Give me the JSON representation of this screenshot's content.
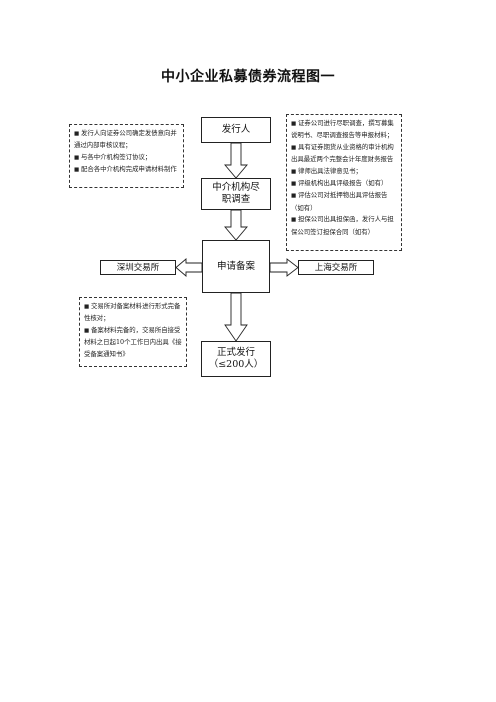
{
  "title": "中小企业私募债券流程图一",
  "nodes": {
    "issuer": "发行人",
    "intermediary": "中介机构尽职调查",
    "apply": "申请备案",
    "shenzhen": "深圳交易所",
    "shanghai": "上海交易所",
    "issue": "正式发行（≤200人）"
  },
  "notes": {
    "left_top": [
      "发行人向证券公司确定发债意向并通过内部审核议程；",
      "与各中介机构签订协议；",
      "配合各中介机构完成申请材料制作"
    ],
    "right_top": [
      "证券公司进行尽职调查，撰写募集说明书、尽职调查报告等申报材料；",
      "具有证券期货从业资格的审计机构出具最近两个完整会计年度财务报告",
      "律师出具法律意见书；",
      "评级机构出具评级报告（如有）",
      "评估公司对抵押物出具评估报告（如有）",
      "担保公司出具担保函，发行人与担保公司签订担保合同（如有）"
    ],
    "left_bottom": [
      "交易所对备案材料进行形式完备性核对；",
      "备案材料完备的，交易所自接受材料之日起10个工作日内出具《接受备案通知书》"
    ]
  },
  "colors": {
    "line": "#222222",
    "dashed_border": "#333333"
  }
}
